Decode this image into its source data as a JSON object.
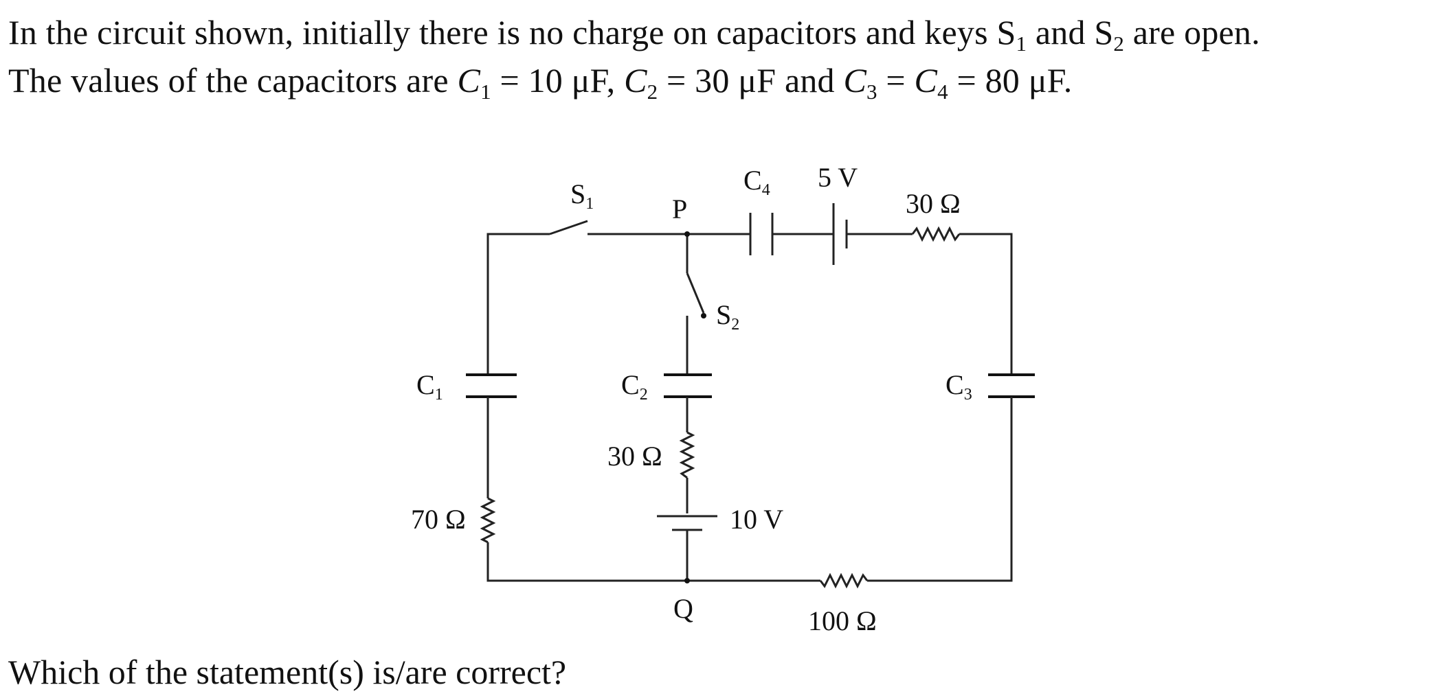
{
  "question": {
    "line1": {
      "text_a": "In the circuit shown, initially there is no charge on capacitors and keys S",
      "s1_sub": "1",
      "text_b": " and S",
      "s2_sub": "2",
      "text_c": " are open."
    },
    "line2": {
      "intro": "The values of the capacitors are ",
      "c1_sym": "C",
      "c1_sub": "1",
      "c1_val": " = 10 μF, ",
      "c2_sym": "C",
      "c2_sub": "2",
      "c2_val": " = 30 μF and ",
      "c3_sym": "C",
      "c3_sub": "3",
      "eq": " = ",
      "c4_sym": "C",
      "c4_sub": "4",
      "c4_val": " = 80 μF."
    },
    "footer": "Which of the statement(s) is/are correct?"
  },
  "diagram": {
    "s1": {
      "letter": "S",
      "sub": "1"
    },
    "s2": {
      "letter": "S",
      "sub": "2"
    },
    "p": "P",
    "q": "Q",
    "c1": {
      "letter": "C",
      "sub": "1"
    },
    "c2": {
      "letter": "C",
      "sub": "2"
    },
    "c3": {
      "letter": "C",
      "sub": "3"
    },
    "c4": {
      "letter": "C",
      "sub": "4"
    },
    "battery_top": "5 V",
    "battery_mid": "10 V",
    "r_top": "30 Ω",
    "r_mid": "30 Ω",
    "r_left": "70 Ω",
    "r_bottom": "100 Ω"
  }
}
